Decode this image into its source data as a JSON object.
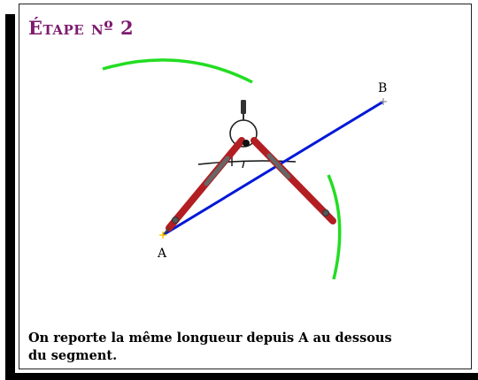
{
  "step": {
    "title": "Étape nº 2",
    "caption": "On reporte la même longueur depuis A au dessous du segment."
  },
  "figure": {
    "point_a_label": "A",
    "point_b_label": "B"
  },
  "colors": {
    "title": "#7d1a6e",
    "segment": "#0018d8",
    "arc": "#22dd22",
    "compass_leg": "#b21e22",
    "compass_hinge": "#555555"
  }
}
